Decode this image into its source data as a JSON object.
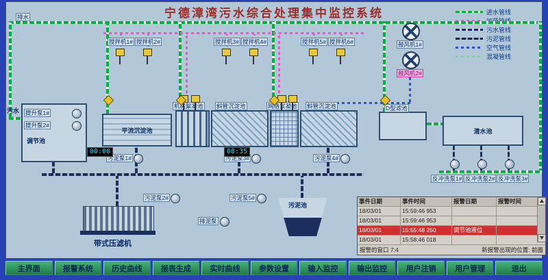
{
  "title": "宁德漳湾污水综合处理集中监控系统",
  "labels": {
    "drain": "排水",
    "inflow": "污水"
  },
  "legend": {
    "items": [
      {
        "label": "进水管线",
        "color": "#00b33c"
      },
      {
        "label": "加药管线",
        "color": "#f055cc"
      },
      {
        "label": "污水管线",
        "color": "#1b2f5e"
      },
      {
        "label": "污泥管线",
        "color": "#13233f"
      },
      {
        "label": "空气管线",
        "color": "#2b50e8"
      },
      {
        "label": "混凝管线",
        "color": "#6fe08a"
      }
    ]
  },
  "tanks": {
    "tiaojie": "调节池",
    "pingliu": "平流沉淀池",
    "jixie": "机械絮凝池",
    "xieguan1": "斜管沉淀池",
    "wangge": "网络絮凝池",
    "xieguan2": "斜管沉淀池",
    "dlvchi": "D型滤池",
    "qingshui": "清水池",
    "wuni": "污泥池",
    "yalvji": "带式压滤机"
  },
  "mixers": [
    "搅拌机1#",
    "搅拌机2#",
    "搅拌机3#",
    "搅拌机4#",
    "搅拌机5#",
    "搅拌机6#"
  ],
  "blowers": [
    "鼓风机1#",
    "鼓风机2#"
  ],
  "pumps": {
    "lift1": "提升泵1#",
    "lift2": "提升泵2#",
    "sludge1": "污泥泵1#",
    "sludge2": "污泥泵2#",
    "sludge3": "污泥泵3#",
    "sludge4": "污泥泵4#",
    "sludge5": "污泥泵5#",
    "paini": "排泥泵",
    "backwash1": "反冲洗泵1#",
    "backwash2": "反冲洗泵2#",
    "backwash3": "反冲洗泵3#"
  },
  "timers": {
    "t1": "00:00",
    "t2": "08:35"
  },
  "alarm": {
    "headers": [
      "事件日期",
      "事件时间",
      "报警日期",
      "报警时间"
    ],
    "rows": [
      {
        "cells": [
          "18/03/01",
          "15:59:46 953",
          "",
          ""
        ],
        "highlight": false
      },
      {
        "cells": [
          "18/03/01",
          "15:59:46 953",
          "",
          ""
        ],
        "highlight": false
      },
      {
        "cells": [
          "18/03/01",
          "15:55:48 250",
          "调节池液位",
          ""
        ],
        "highlight": true
      },
      {
        "cells": [
          "18/03/01",
          "15:58:46 018",
          "",
          ""
        ],
        "highlight": false
      }
    ],
    "footer_left": "报警的窗口 7:4",
    "footer_right": "新报警出现的位置: 前面"
  },
  "toolbar": {
    "buttons": [
      "主界面",
      "报警系统",
      "历史曲线",
      "报表生成",
      "实时曲线",
      "参数设置",
      "输入监控",
      "输出监控",
      "用户注销",
      "用户管理",
      "退出"
    ]
  }
}
